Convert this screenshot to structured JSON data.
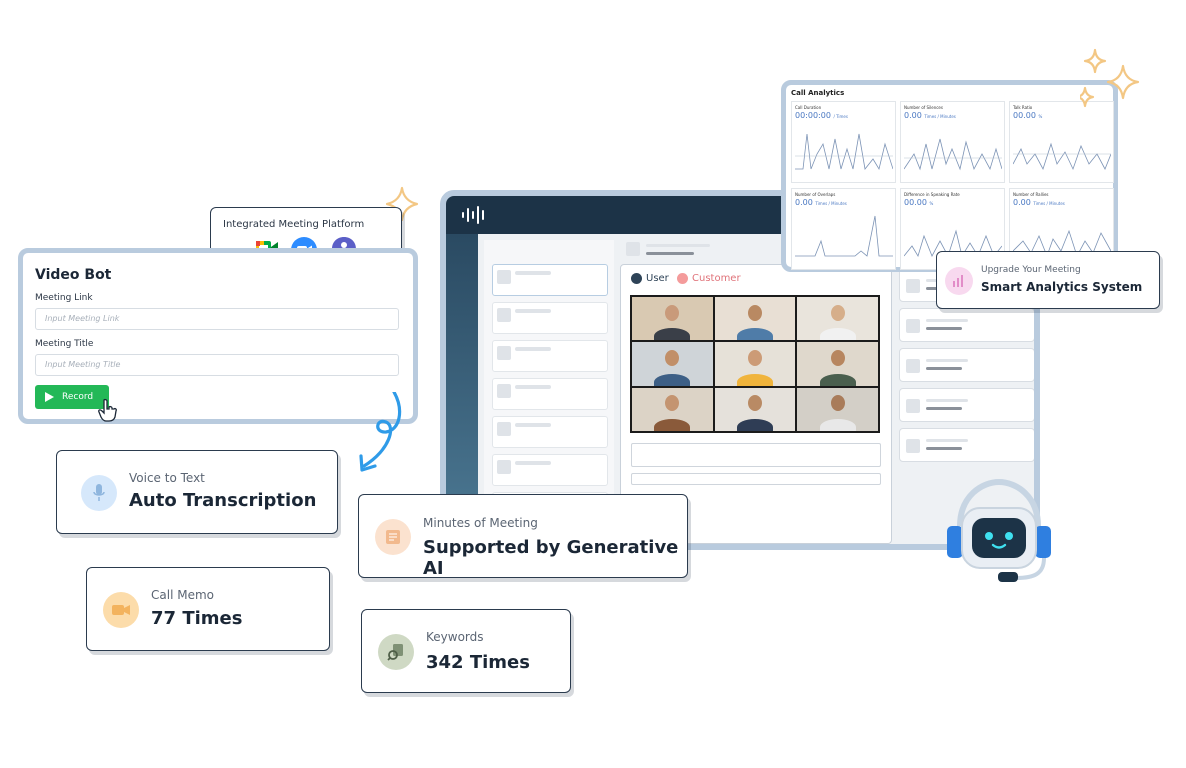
{
  "colors": {
    "accent_green": "#23b857",
    "navy": "#1c3347",
    "frame_blue": "#b9cbde",
    "sparkle": "#f3c784"
  },
  "app": {
    "logo_icon": "waveform-logo-icon",
    "chat_legend": {
      "user_label": "User",
      "customer_label": "Customer"
    }
  },
  "analytics": {
    "title": "Call Analytics",
    "cards": [
      {
        "title": "Call Duration",
        "value": "00:00:00",
        "unit": "/ Times"
      },
      {
        "title": "Number of Silences",
        "value": "0.00",
        "unit": "Times / Minutes"
      },
      {
        "title": "Talk Ratio",
        "value": "00.00",
        "unit": "%"
      },
      {
        "title": "Number of Overlaps",
        "value": "0.00",
        "unit": "Times / Minutes"
      },
      {
        "title": "Difference in Speaking Rate",
        "value": "00.00",
        "unit": "%"
      },
      {
        "title": "Number of Rallies",
        "value": "0.00",
        "unit": "Times / Minutes"
      }
    ]
  },
  "smart": {
    "subtitle": "Upgrade Your Meeting",
    "title": "Smart Analytics System"
  },
  "integrated": {
    "title": "Integrated Meeting Platform",
    "icons": [
      "google-meet-icon",
      "zoom-icon",
      "teams-icon"
    ]
  },
  "videobot": {
    "title": "Video Bot",
    "link_label": "Meeting Link",
    "link_placeholder": "Input Meeting Link",
    "title_label": "Meeting Title",
    "title_placeholder": "Input Meeting Title",
    "record_label": "Record"
  },
  "features": {
    "voice": {
      "subtitle": "Voice to Text",
      "title": "Auto Transcription"
    },
    "minutes": {
      "subtitle": "Minutes of Meeting",
      "title": "Supported by Generative AI"
    },
    "memo": {
      "subtitle": "Call Memo",
      "title": "77 Times"
    },
    "keywords": {
      "subtitle": "Keywords",
      "title": "342 Times"
    }
  }
}
